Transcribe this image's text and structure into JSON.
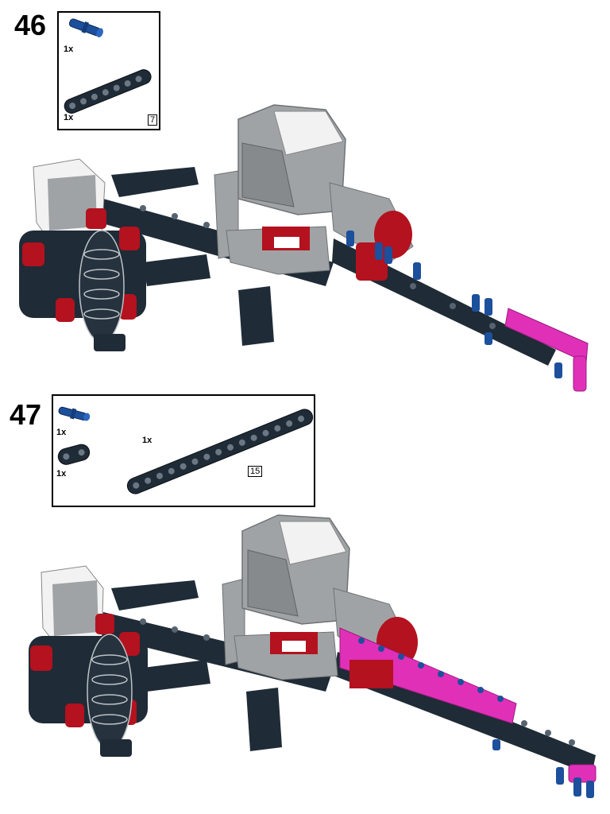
{
  "steps": [
    {
      "number": "46",
      "parts": [
        {
          "qty": "1x",
          "part": "blue-pin-icon"
        },
        {
          "qty": "1x",
          "part": "beam-icon",
          "length": "7"
        }
      ]
    },
    {
      "number": "47",
      "parts": [
        {
          "qty": "1x",
          "part": "blue-pin-icon"
        },
        {
          "qty": "1x",
          "part": "bushing-icon"
        },
        {
          "qty": "1x",
          "part": "beam-icon",
          "length": "15"
        }
      ]
    }
  ],
  "colors": {
    "dark_beam": "#1f2b36",
    "light_gray": "#a0a3a5",
    "white_part": "#f2f2f2",
    "red_part": "#b3121e",
    "pink_beam": "#e030b8",
    "blue_pin": "#1c4f9c"
  }
}
